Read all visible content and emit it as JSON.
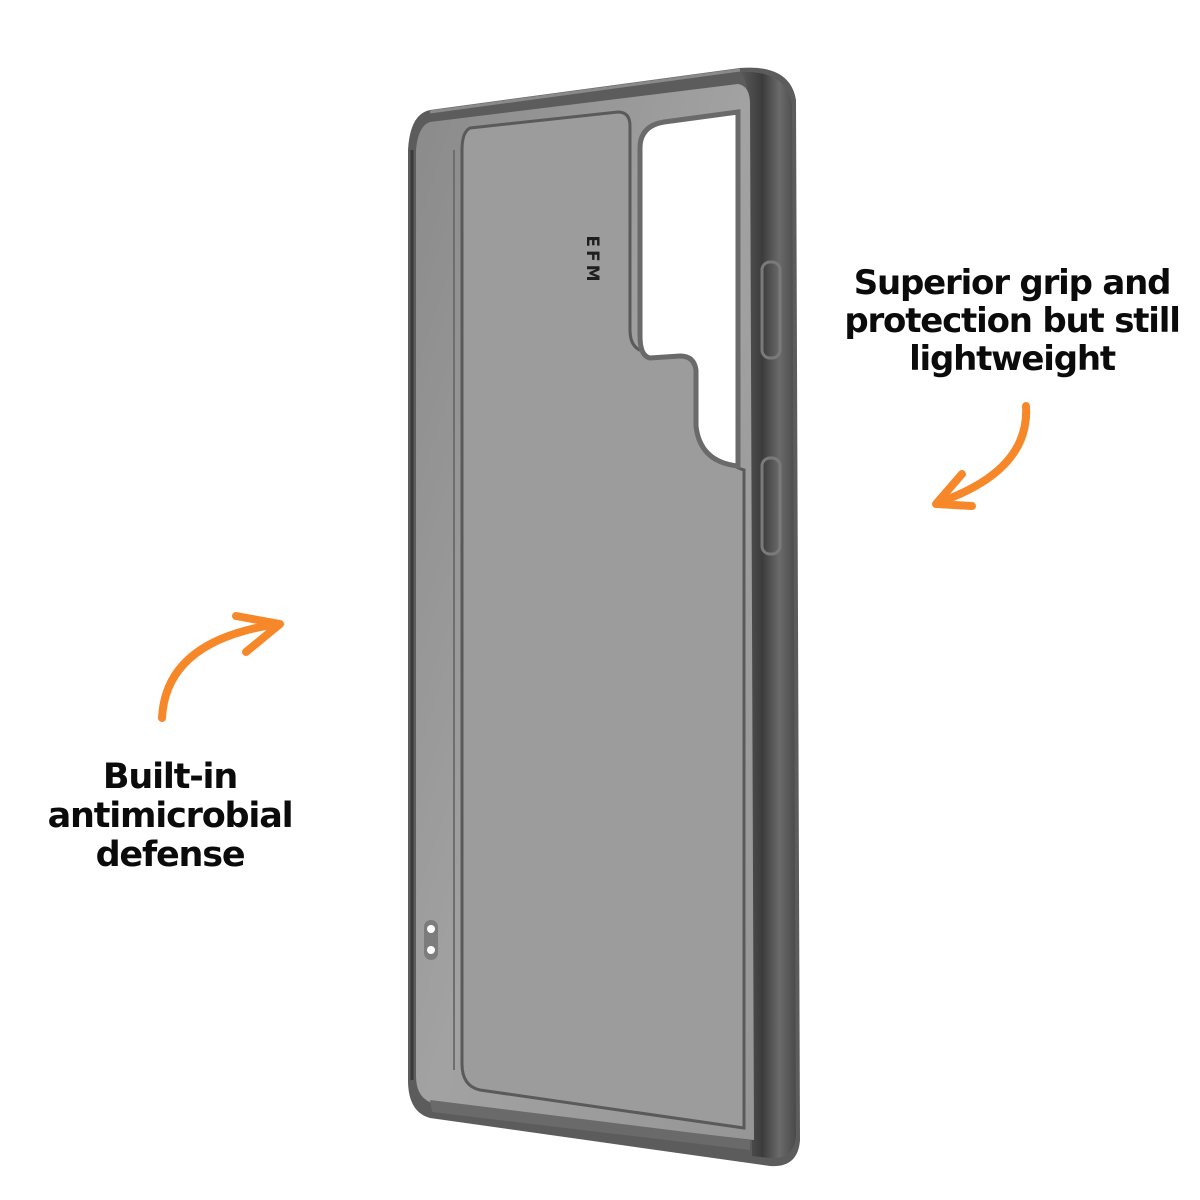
{
  "product": {
    "type": "clear-smoke phone case",
    "brand_mark": "EFM",
    "case_color": "#8e8e8e",
    "frame_color": "#4a4a4a"
  },
  "callouts": {
    "right": {
      "lines": [
        "Superior grip and",
        "protection but still",
        "lightweight"
      ]
    },
    "left": {
      "lines": [
        "Built-in",
        "antimicrobial",
        "defense"
      ]
    }
  },
  "colors": {
    "accent": "#f7882a",
    "text": "#0b0b0b",
    "background": "#ffffff"
  }
}
